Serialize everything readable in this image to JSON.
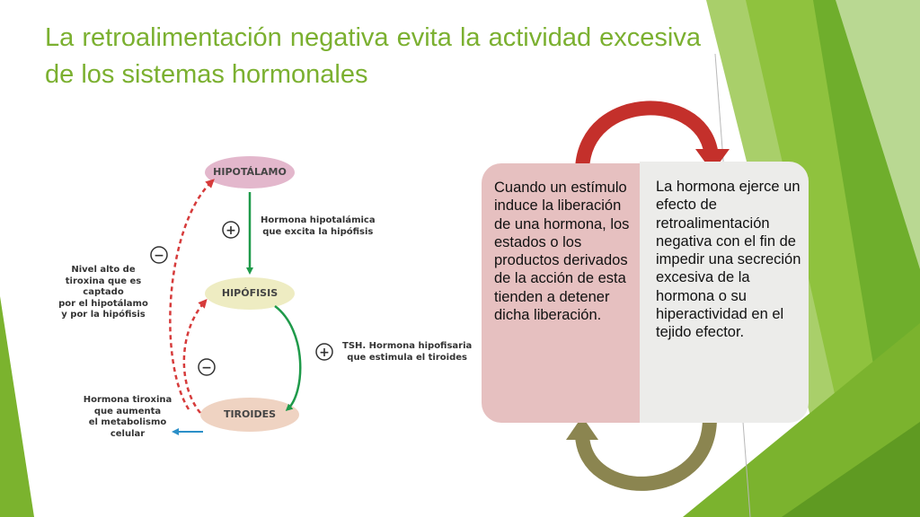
{
  "slide": {
    "title": "La retroalimentación negativa evita la actividad excesiva de los sistemas hormonales",
    "accent_color": "#7bb030"
  },
  "diagram": {
    "nodes": {
      "hypothalamus": "HIPOTÁLAMO",
      "pituitary": "HIPÓFISIS",
      "thyroid": "TIROIDES"
    },
    "labels": {
      "hypothalamic_hormone": [
        "Hormona hipotalámica",
        "que excita la hipófisis"
      ],
      "tsh": [
        "TSH. Hormona hipofisaria",
        "que estimula el tiroides"
      ],
      "high_thyroxine": [
        "Nivel alto de",
        "tiroxina que es captado",
        "por el hipotálamo",
        "y por la hipófisis"
      ],
      "thyroxine_hormone": [
        "Hormona tiroxina",
        "que aumenta",
        "el metabolismo",
        "celular"
      ]
    },
    "signs": {
      "plus": "+",
      "minus": "−"
    }
  },
  "cycle": {
    "left_text": "Cuando un estímulo induce la liberación de una hormona, los estados o los productos derivados de la acción de esta tienden a detener dicha liberación.",
    "right_text": "La hormona ejerce un efecto de retroalimentación negativa con el fin de impedir una secreción excesiva de la hormona o su hiperactividad en el tejido efector.",
    "colors": {
      "top_arrow": "#c4302b",
      "bottom_arrow": "#8b8550",
      "left_box": "#e6c0c0",
      "right_box": "#ececea"
    }
  }
}
